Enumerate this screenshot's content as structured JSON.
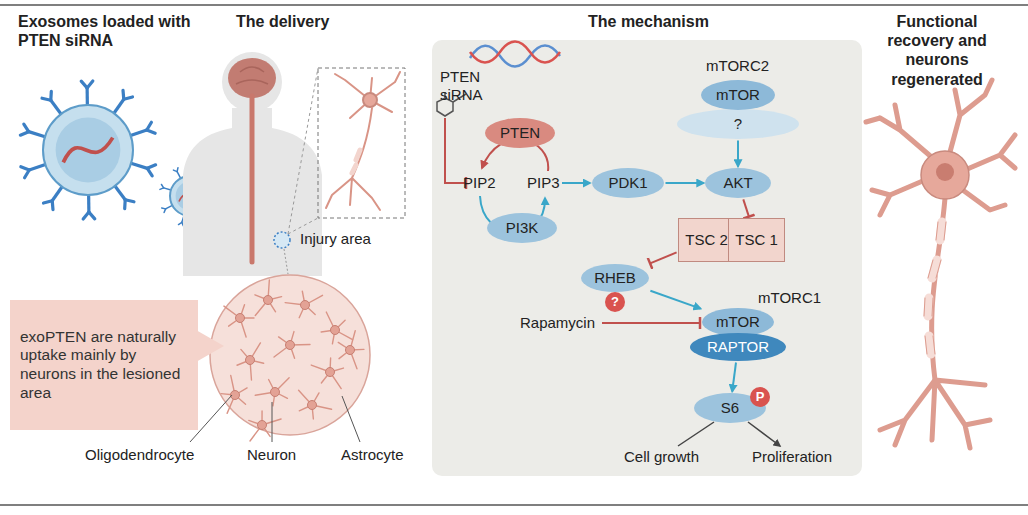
{
  "diagram": {
    "nodes": [
      {
        "text": [
          "exoPTEN are naturally uptake mainly by neurons in the lesioned area"
        ]
      },
      {
        "text": [
          "PTEN"
        ]
      },
      {
        "text": [
          "PI3K"
        ]
      },
      {
        "text": [
          "PDK1"
        ]
      },
      {
        "text": [
          "AKT"
        ]
      },
      {
        "text": [
          "mTOR"
        ]
      },
      {
        "text": [
          "?"
        ]
      },
      {
        "text": [
          "TSC 2"
        ]
      },
      {
        "text": [
          "TSC 1"
        ]
      },
      {
        "text": [
          "RHEB"
        ]
      },
      {
        "text": [
          "?"
        ]
      },
      {
        "text": [
          "mTOR"
        ]
      },
      {
        "text": [
          "RAPTOR"
        ]
      },
      {
        "text": [
          "S6"
        ]
      },
      {
        "text": [
          "P"
        ]
      }
    ],
    "edges": [
      {
        "from": 3,
        "to": 4,
        "arrow": "to"
      },
      {
        "from": 6,
        "to": 4,
        "arrow": "to"
      },
      {
        "from": 4,
        "to": 8,
        "arrow": "to"
      },
      {
        "from": 7,
        "to": 9,
        "arrow": "to"
      },
      {
        "from": 9,
        "to": 11,
        "arrow": "to"
      },
      {
        "from": 12,
        "to": 13,
        "arrow": "to"
      }
    ],
    "labels": [
      "Exosomes loaded with PTEN siRNA",
      "The delivery",
      "The mechanism",
      "Functional recovery and neurons regenerated",
      "Injury area",
      "Oligodendrocyte",
      "Neuron",
      "Astrocyte",
      "PTEN siRNA",
      "PIP2",
      "PIP3",
      "mTORC2",
      "mTORC1",
      "Rapamycin",
      "Cell growth",
      "Proliferation"
    ]
  }
}
